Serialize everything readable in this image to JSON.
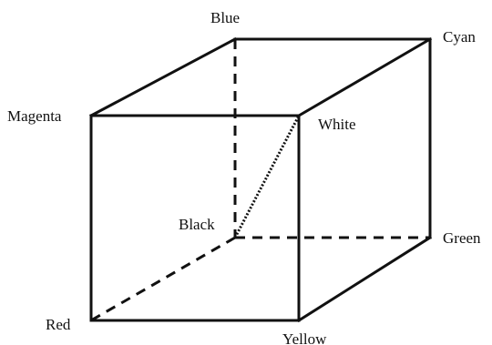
{
  "diagram": {
    "vertices": {
      "blue": "Blue",
      "cyan": "Cyan",
      "magenta": "Magenta",
      "white": "White",
      "black": "Black",
      "green": "Green",
      "red": "Red",
      "yellow": "Yellow"
    },
    "colors": {
      "stroke": "#111111",
      "background": "#ffffff"
    }
  }
}
